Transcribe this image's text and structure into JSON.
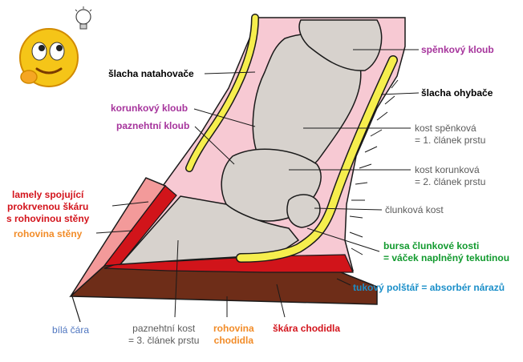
{
  "colors": {
    "black": "#000000",
    "purple": "#a6349c",
    "gray": "#5b5b5b",
    "green": "#119a2e",
    "blue": "#1b8fc9",
    "light_blue": "#4f76c0",
    "orange": "#f28c28",
    "red": "#d3141c",
    "pink": "#f7c9d3",
    "bone": "#d7d2cd",
    "tendon_yellow": "#f6ee4d",
    "sole_brown": "#6e2d18",
    "wall_red": "#d1141a",
    "wall_pink": "#f39a9a"
  },
  "icons": {
    "emoji": "thinking-smiley-icon",
    "bulb": "lightbulb-icon"
  },
  "labels": {
    "spenkovy_kloub": "spěnkový kloub",
    "slacha_natahovace": "šlacha natahovače",
    "slacha_ohybace": "šlacha ohybače",
    "korunkovy_kloub": "korunkový kloub",
    "paznehtni_kloub": "paznehtní kloub",
    "kost_spenkova": "kost spěnková\n= 1. článek prstu",
    "kost_korunkova": "kost korunková\n= 2. článek prstu",
    "clunkova_kost": "člunková kost",
    "lamely": "lamely spojující\nprokrvenou škáru\ns rohovinou stěny",
    "rohovina_steny": "rohovina stěny",
    "bursa": "bursa člunkové kosti\n= váček naplněný tekutinou",
    "tukovy_polstar": "tukový polštář = absorbér nárazů",
    "bila_cara": "bílá čára",
    "paznehtni_kost": "paznehtní kost\n= 3. článek prstu",
    "rohovina_chodidla": "rohovina\nchodidla",
    "skara_chodidla": "škára chodidla"
  }
}
